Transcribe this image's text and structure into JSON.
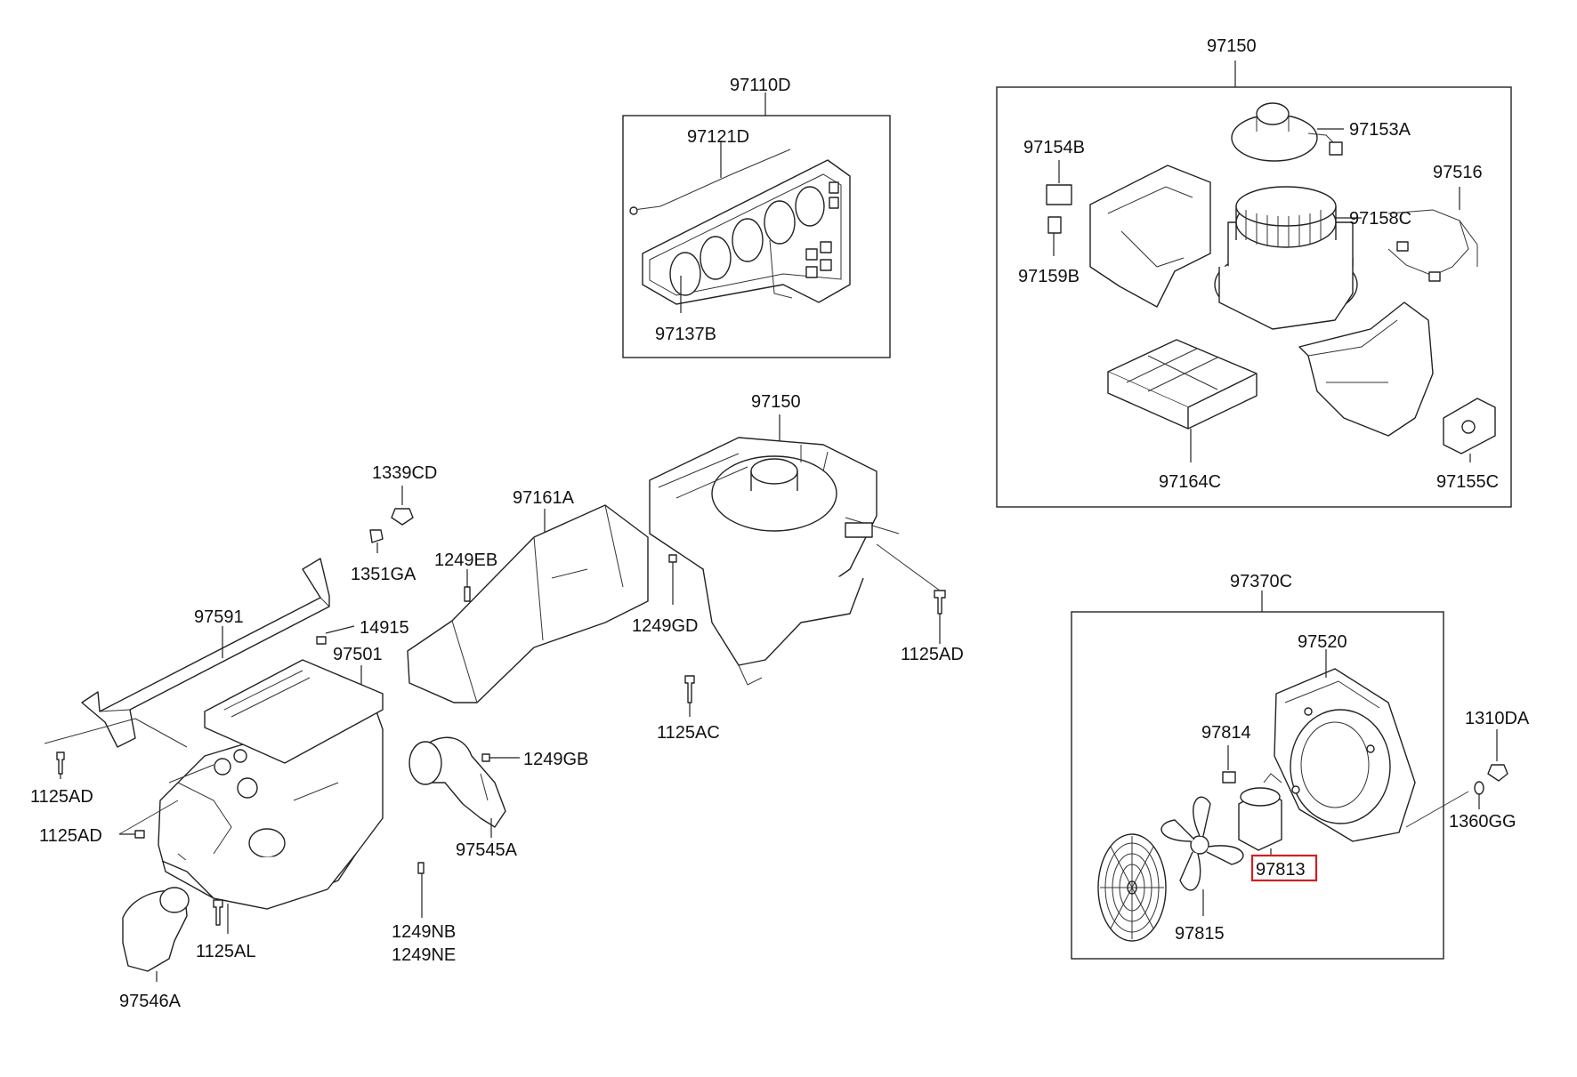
{
  "diagram": {
    "highlight_color": "#d21f1f",
    "line_color": "#222222",
    "groups": {
      "control_panel": "97110D",
      "blower_assembly": "97150",
      "fan_motor_assembly": "97370C"
    },
    "labels": {
      "p97110D": "97110D",
      "p97121D": "97121D",
      "p97137B": "97137B",
      "p97150_top": "97150",
      "p97153A": "97153A",
      "p97154B": "97154B",
      "p97158C": "97158C",
      "p97159B": "97159B",
      "p97516": "97516",
      "p97164C": "97164C",
      "p97155C": "97155C",
      "p97150_mid": "97150",
      "p1339CD": "1339CD",
      "p1351GA": "1351GA",
      "p97161A": "97161A",
      "p1249EB": "1249EB",
      "p1249GD": "1249GD",
      "p1125AD_a": "1125AD",
      "p1125AC": "1125AC",
      "p97591": "97591",
      "p14915": "14915",
      "p97501": "97501",
      "p1249GB": "1249GB",
      "p1125AD_b": "1125AD",
      "p1125AD_c": "1125AD",
      "p97545A": "97545A",
      "p1125AL": "1125AL",
      "p1249NB": "1249NB",
      "p1249NE": "1249NE",
      "p97546A": "97546A",
      "p97370C": "97370C",
      "p97520": "97520",
      "p97814": "97814",
      "p1310DA": "1310DA",
      "p1360GG": "1360GG",
      "p97813": "97813",
      "p97815": "97815"
    }
  }
}
